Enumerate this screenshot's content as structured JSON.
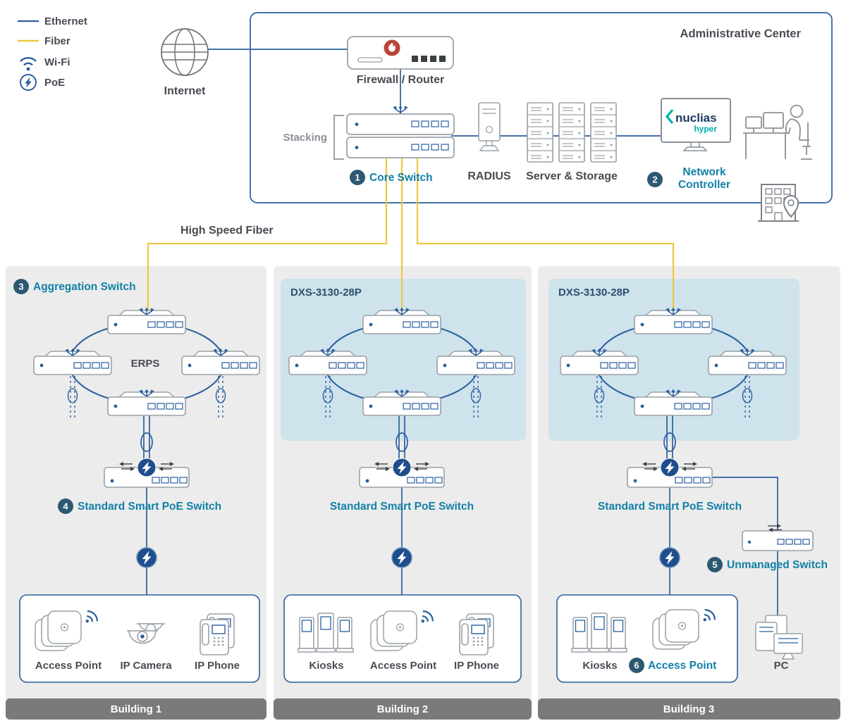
{
  "colors": {
    "ethernet_blue": "#2a5f9f",
    "fiber_yellow": "#ecc843",
    "label_teal": "#1280a6",
    "badge_navy": "#2d5871",
    "panel_gray": "#ececec",
    "panel_light_blue": "#cfe3ed",
    "footer_gray": "#7a7a7a"
  },
  "legend": {
    "items": [
      {
        "icon": "ethernet-line",
        "label": "Ethernet"
      },
      {
        "icon": "fiber-line",
        "label": "Fiber"
      },
      {
        "icon": "wifi-icon",
        "label": "Wi-Fi"
      },
      {
        "icon": "poe-icon",
        "label": "PoE"
      }
    ]
  },
  "admin": {
    "title": "Administrative Center",
    "internet_label": "Internet",
    "firewall_label": "Firewall / Router",
    "stacking_label": "Stacking",
    "core_switch": {
      "badge": "1",
      "label": "Core Switch"
    },
    "radius_label": "RADIUS",
    "server_storage_label": "Server & Storage",
    "network_controller": {
      "badge": "2",
      "label_line1": "Network",
      "label_line2": "Controller"
    },
    "nuclias": {
      "brand": "nuclias",
      "sub": "hyper"
    }
  },
  "backbone": {
    "high_speed_fiber_label": "High Speed Fiber"
  },
  "buildings": [
    {
      "aggregation": {
        "badge": "3",
        "label": "Aggregation Switch"
      },
      "ring_label": "ERPS",
      "poe_switch": {
        "badge": "4",
        "label": "Standard Smart PoE Switch"
      },
      "devices": [
        "Access Point",
        "IP Camera",
        "IP Phone"
      ],
      "footer": "Building 1"
    },
    {
      "panel_label": "DXS-3130-28P",
      "poe_switch": {
        "label": "Standard Smart PoE Switch"
      },
      "devices": [
        "Kiosks",
        "Access Point",
        "IP Phone"
      ],
      "footer": "Building 2"
    },
    {
      "panel_label": "DXS-3130-28P",
      "poe_switch": {
        "label": "Standard Smart PoE Switch"
      },
      "unmanaged_switch": {
        "badge": "5",
        "label": "Unmanaged Switch"
      },
      "access_point_badge": "6",
      "devices": [
        "Kiosks",
        "Access Point",
        "PC"
      ],
      "footer": "Building 3"
    }
  ]
}
